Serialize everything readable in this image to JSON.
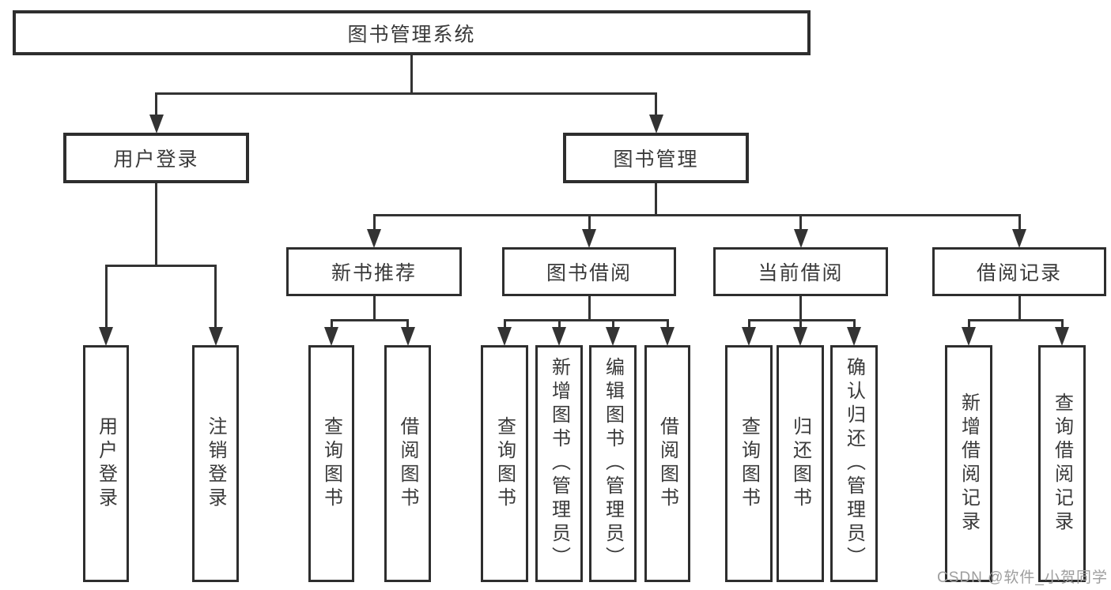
{
  "colors": {
    "line": "#333333",
    "box_border": "#2e2e2e",
    "text": "#3a3a3a",
    "watermark_text": "#9e9e9e",
    "background": "#ffffff"
  },
  "watermark": "CSDN @软件_小贺同学",
  "diagram": {
    "type": "tree",
    "root": {
      "id": "system",
      "label": "图书管理系统",
      "children": [
        {
          "id": "user-login",
          "label": "用户登录",
          "children": [
            {
              "id": "login",
              "label": "用户登录"
            },
            {
              "id": "logout",
              "label": "注销登录"
            }
          ]
        },
        {
          "id": "book-mgmt",
          "label": "图书管理",
          "children": [
            {
              "id": "new-book-rec",
              "label": "新书推荐",
              "children": [
                {
                  "id": "nb-query-book",
                  "label": "查询图书"
                },
                {
                  "id": "nb-borrow-book",
                  "label": "借阅图书"
                }
              ]
            },
            {
              "id": "book-borrow",
              "label": "图书借阅",
              "children": [
                {
                  "id": "bb-query-book",
                  "label": "查询图书"
                },
                {
                  "id": "bb-add-book-admin",
                  "label": "新增图书（管理员）"
                },
                {
                  "id": "bb-edit-book-admin",
                  "label": "编辑图书（管理员）"
                },
                {
                  "id": "bb-borrow-book",
                  "label": "借阅图书"
                }
              ]
            },
            {
              "id": "current-borrow",
              "label": "当前借阅",
              "children": [
                {
                  "id": "cb-query-book",
                  "label": "查询图书"
                },
                {
                  "id": "cb-return-book",
                  "label": "归还图书"
                },
                {
                  "id": "cb-confirm-return-admin",
                  "label": "确认归还（管理员）"
                }
              ]
            },
            {
              "id": "borrow-record",
              "label": "借阅记录",
              "children": [
                {
                  "id": "br-add-record",
                  "label": "新增借阅记录"
                },
                {
                  "id": "br-query-record",
                  "label": "查询借阅记录"
                }
              ]
            }
          ]
        }
      ]
    }
  }
}
